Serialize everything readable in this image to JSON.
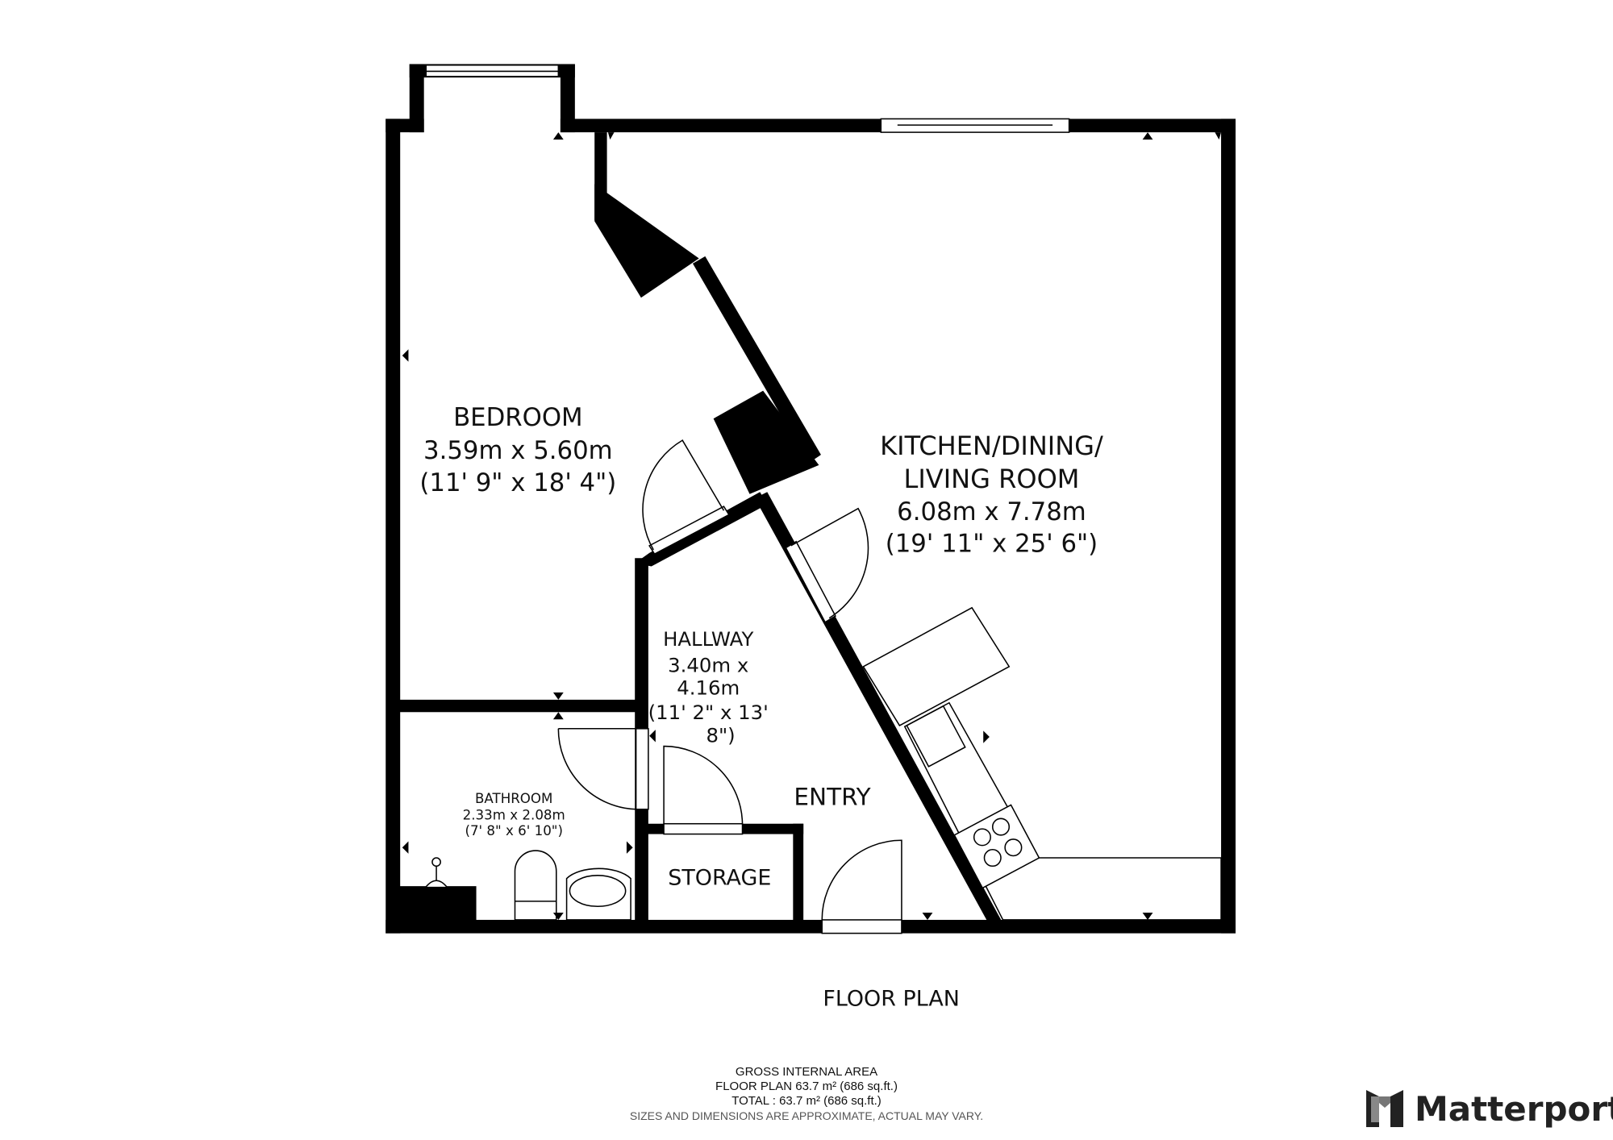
{
  "rooms": {
    "bedroom": {
      "name": "BEDROOM",
      "metric": "3.59m x 5.60m",
      "imperial": "(11' 9\" x 18' 4\")"
    },
    "kitchen": {
      "name_line1": "KITCHEN/DINING/",
      "name_line2": "LIVING ROOM",
      "metric": "6.08m x 7.78m",
      "imperial": "(19' 11\" x 25' 6\")"
    },
    "hallway": {
      "name": "HALLWAY",
      "metric_line1": "3.40m x",
      "metric_line2": "4.16m",
      "imperial_line1": "(11' 2\" x 13'",
      "imperial_line2": "8\")"
    },
    "bathroom": {
      "name": "BATHROOM",
      "metric": "2.33m x 2.08m",
      "imperial": "(7' 8\" x 6' 10\")"
    },
    "storage": {
      "name": "STORAGE"
    },
    "entry": {
      "name": "ENTRY"
    }
  },
  "plan_title": "FLOOR PLAN",
  "footer": {
    "heading": "GROSS INTERNAL AREA",
    "floor_plan": "FLOOR PLAN 63.7 m² (686 sq.ft.)",
    "total": "TOTAL :  63.7 m² (686 sq.ft.)",
    "disclaimer": "SIZES AND DIMENSIONS ARE APPROXIMATE, ACTUAL MAY VARY."
  },
  "brand": {
    "name": "Matterport"
  }
}
